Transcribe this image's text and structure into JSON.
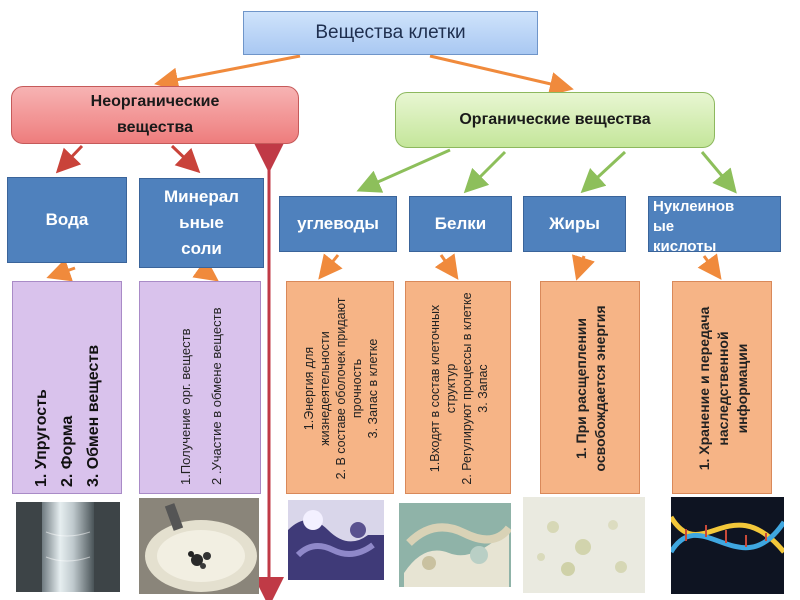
{
  "root": {
    "title": "Вещества клетки"
  },
  "inorganic": {
    "line1": "Неорганические",
    "line2": "вещества"
  },
  "organic": {
    "title": "Органические вещества"
  },
  "groups": {
    "water": {
      "label": "Вода",
      "items": [
        "1.  Упругость",
        "2.  Форма",
        "3.  Обмен веществ"
      ]
    },
    "salts": {
      "line1": "Минерал",
      "line2": "ьные",
      "line3": "соли",
      "items": [
        "1.Получение  орг. веществ",
        "2  .Участие в обмене веществ"
      ]
    },
    "carbs": {
      "label": "углеводы",
      "items": [
        "1.Энергия для жизнедеятельности",
        "2. В составе оболочек придают прочность",
        "3. Запас в клетке"
      ]
    },
    "proteins": {
      "label": "Белки",
      "items": [
        "1.Входят в состав клеточных структур",
        "2. Регулируют процессы в клетке",
        "3. Запас"
      ]
    },
    "fats": {
      "label": "Жиры",
      "text": "1. При расщеплении освобождается энергия"
    },
    "nucleic": {
      "line1": "Нуклеинов",
      "line2": "ые",
      "line3": "кислоты",
      "text": "1. Хранение и передача наследственной информации"
    }
  },
  "colors": {
    "inorganic": "#ee7d7d",
    "organic": "#c4e69a",
    "group_box": "#4f81bd",
    "purple_box": "#d9c2ec",
    "orange_box": "#f6b486",
    "arrow_orange": "#f08a3c",
    "arrow_red": "#c9433a",
    "arrow_green": "#8dbf5b",
    "divider": "#c03a46"
  }
}
